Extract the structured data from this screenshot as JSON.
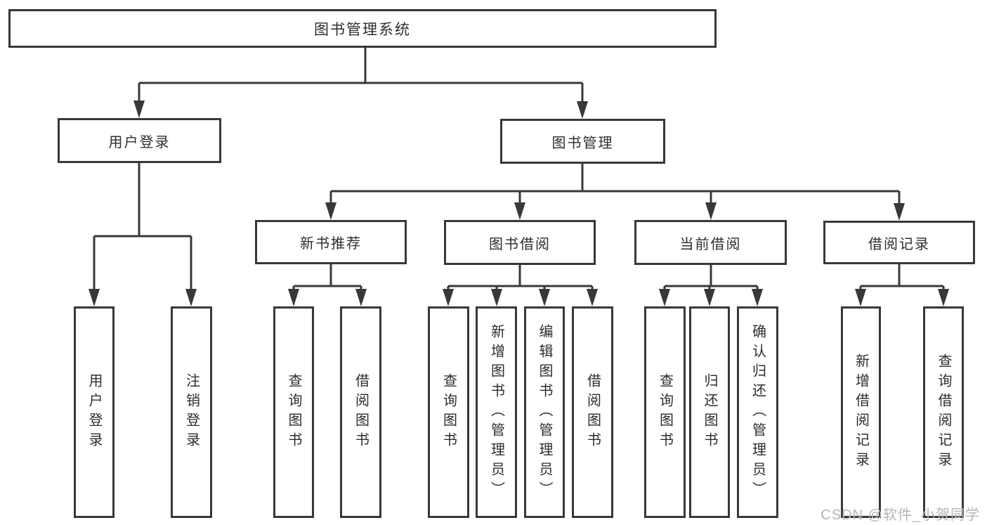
{
  "diagram_title": "图书管理系统",
  "nodes": {
    "root": "图书管理系统",
    "level2": [
      "用户登录",
      "图书管理"
    ],
    "level3": [
      "新书推荐",
      "图书借阅",
      "当前借阅",
      "借阅记录"
    ],
    "level4": {
      "user_login": [
        "用户登录",
        "注销登录"
      ],
      "new_books": [
        "查询图书",
        "借阅图书"
      ],
      "book_borrow": [
        "查询图书",
        "新增图书（管理员）",
        "编辑图书（管理员）",
        "借阅图书"
      ],
      "current_borrow": [
        "查询图书",
        "归还图书",
        "确认归还（管理员）"
      ],
      "borrow_records": [
        "新增借阅记录",
        "查询借阅记录"
      ]
    }
  },
  "watermark": "CSDN @软件_小贺同学",
  "colors": {
    "line": "#383838",
    "text": "#2d2d2d",
    "watermark": "#b5b5b5",
    "background": "#ffffff"
  }
}
